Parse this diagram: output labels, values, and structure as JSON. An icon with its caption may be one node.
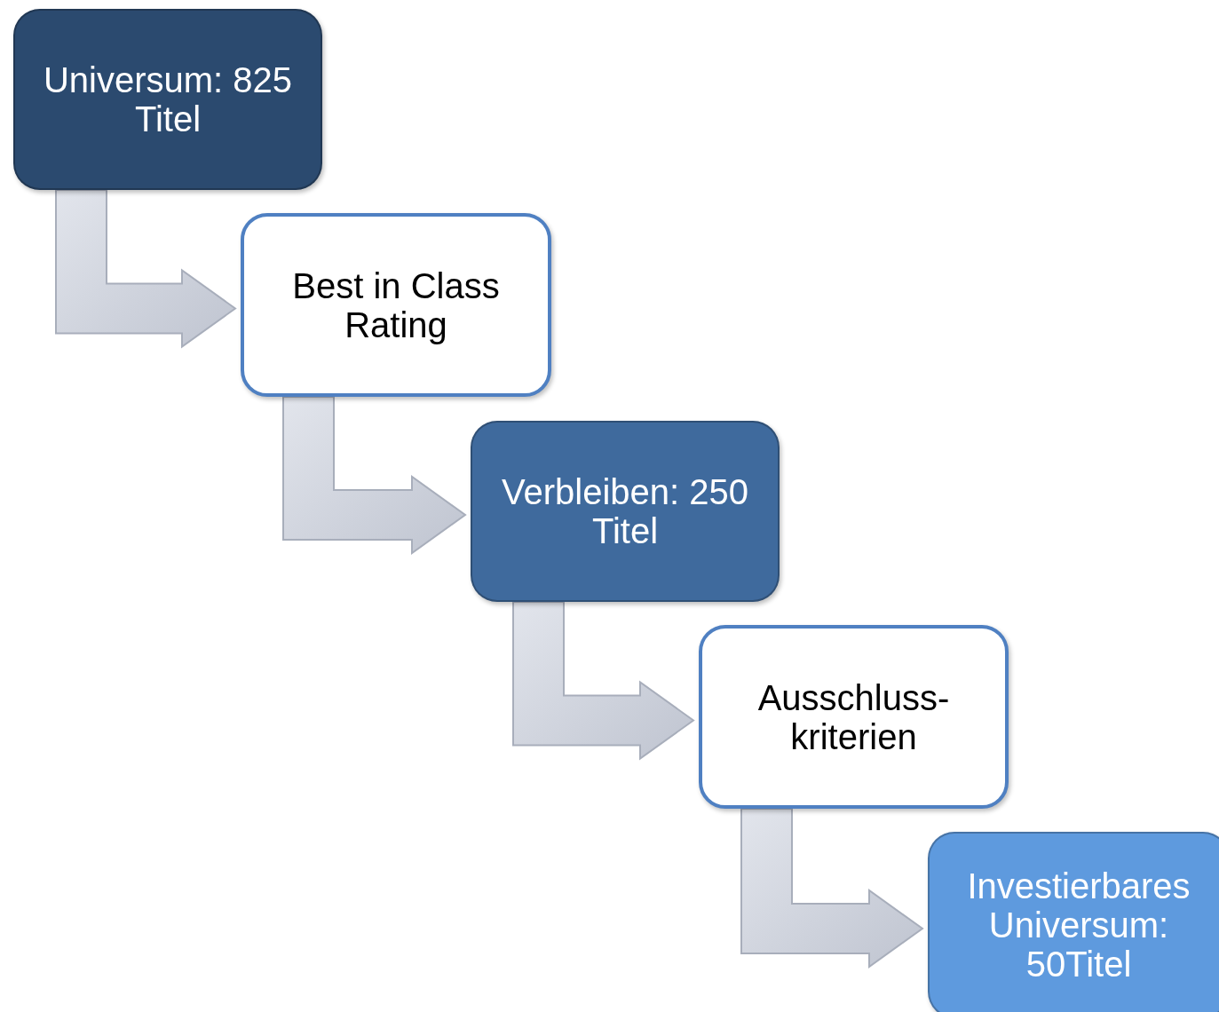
{
  "diagram": {
    "nodes": [
      {
        "text": [
          "Universum: 825 Titel"
        ]
      },
      {
        "text": [
          "Best in Class Rating"
        ]
      },
      {
        "text": [
          "Verbleiben: 250 Titel"
        ]
      },
      {
        "text": [
          "Ausschluss- kriterien"
        ]
      },
      {
        "text": [
          "Investierbares Universum: 50Titel"
        ]
      }
    ],
    "edges": [
      {
        "from": 0,
        "to": 1,
        "arrow": "to"
      },
      {
        "from": 1,
        "to": 2,
        "arrow": "to"
      },
      {
        "from": 2,
        "to": 3,
        "arrow": "to"
      },
      {
        "from": 3,
        "to": 4,
        "arrow": "to"
      }
    ]
  }
}
